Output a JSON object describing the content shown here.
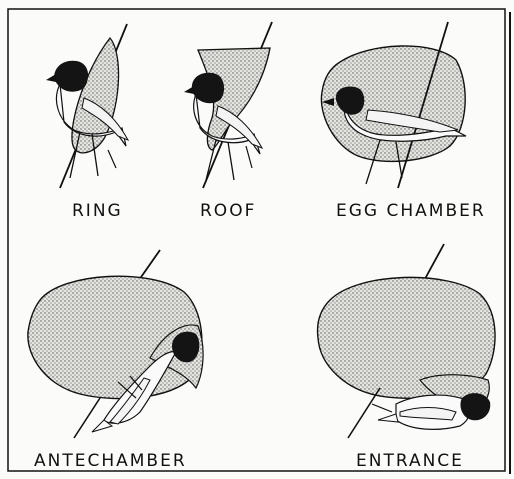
{
  "figure": {
    "stages": [
      {
        "id": "ring",
        "label": "RING"
      },
      {
        "id": "roof",
        "label": "ROOF"
      },
      {
        "id": "egg-chamber",
        "label": "EGG CHAMBER"
      },
      {
        "id": "antechamber",
        "label": "ANTECHAMBER"
      },
      {
        "id": "entrance",
        "label": "ENTRANCE"
      }
    ],
    "colors": {
      "ink": "#111111",
      "nest_fill": "#e4e4e0",
      "stipple": "#555555",
      "bird_head": "#141414",
      "bird_body": "#fafafa",
      "background": "#fbfbfa"
    }
  }
}
